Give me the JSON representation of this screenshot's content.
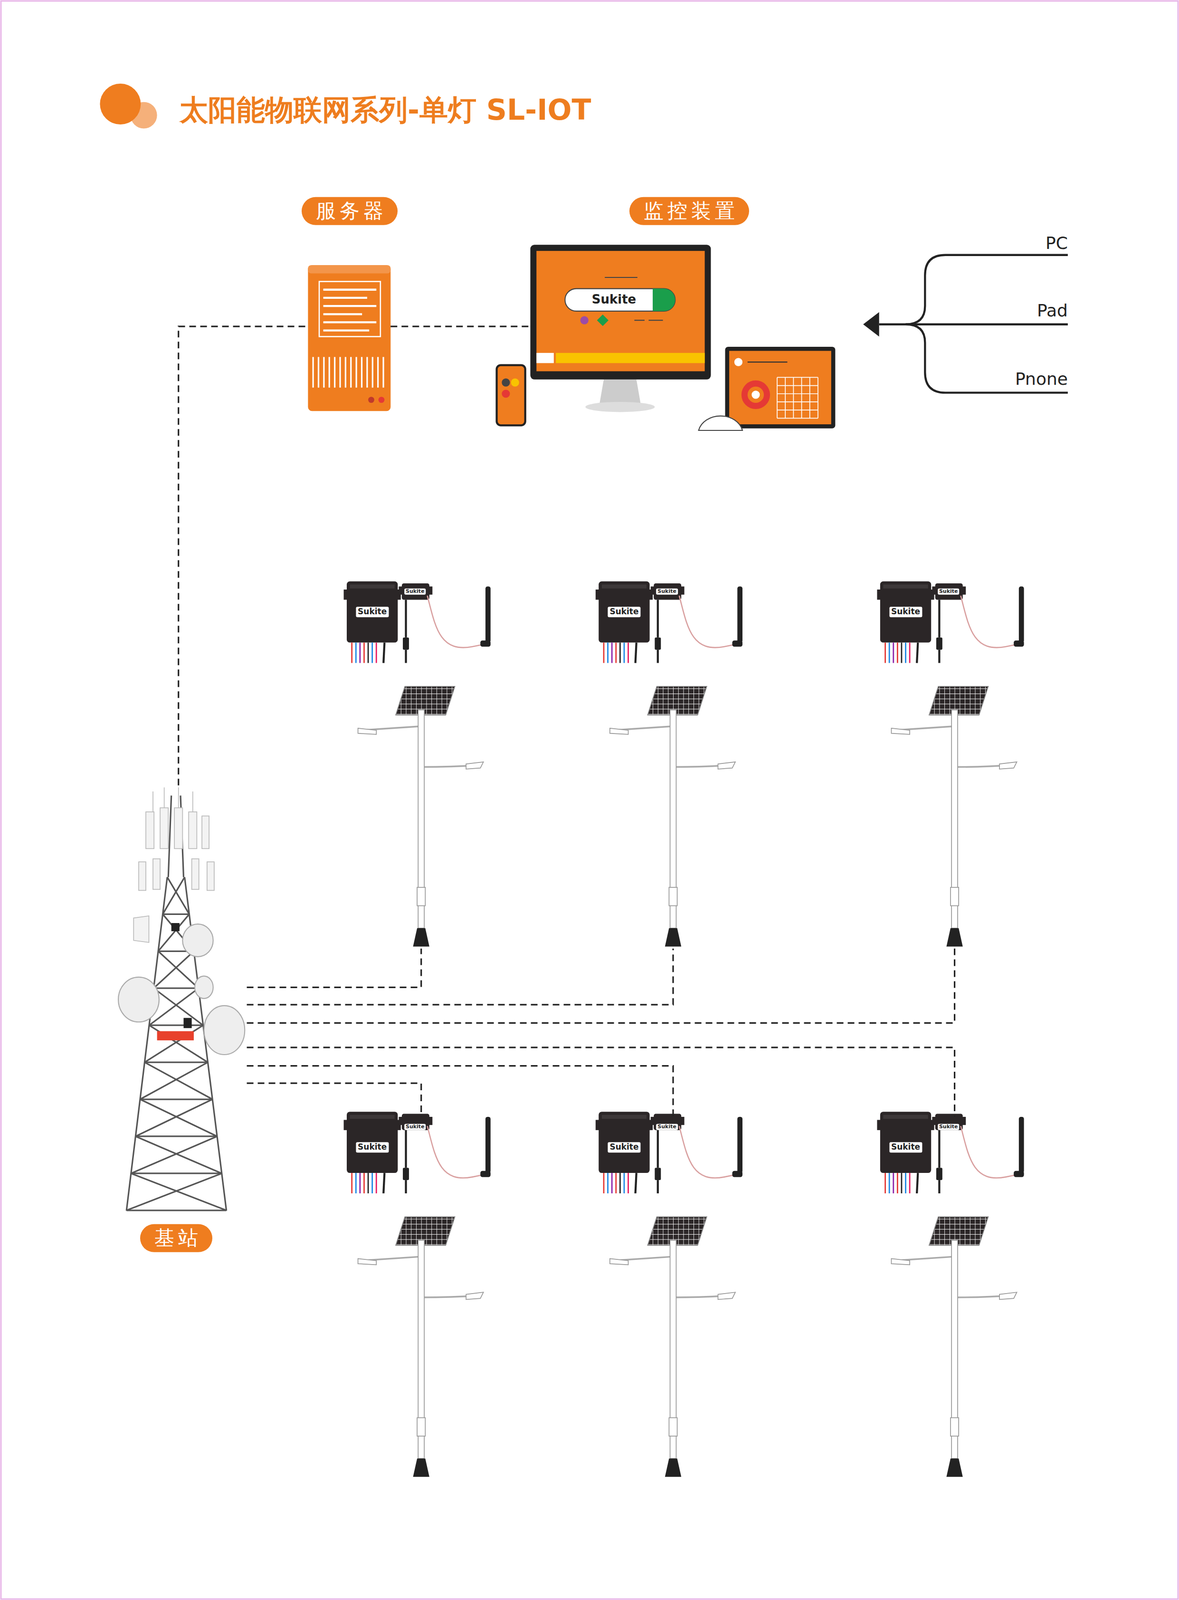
{
  "diagram": {
    "title": "太阳能物联网系列-单灯 SL-IOT",
    "nodes": [
      {
        "text": [
          "服务器"
        ]
      },
      {
        "text": [
          "监控装置",
          "Sukite"
        ]
      },
      {
        "text": [
          "基站"
        ]
      },
      {
        "text": [
          "Sukite",
          "Sukite"
        ]
      },
      {
        "text": [
          "Sukite",
          "Sukite"
        ]
      },
      {
        "text": [
          "Sukite",
          "Sukite"
        ]
      },
      {
        "text": [
          "Sukite",
          "Sukite"
        ]
      },
      {
        "text": [
          "Sukite",
          "Sukite"
        ]
      },
      {
        "text": [
          "Sukite",
          "Sukite"
        ]
      }
    ],
    "edges": [
      {
        "from": 2,
        "to": 0,
        "arrow": "none"
      },
      {
        "from": 0,
        "to": 1,
        "arrow": "none"
      },
      {
        "from": 2,
        "to": 3,
        "arrow": "none"
      },
      {
        "from": 2,
        "to": 4,
        "arrow": "none"
      },
      {
        "from": 2,
        "to": 5,
        "arrow": "none"
      },
      {
        "from": 2,
        "to": 6,
        "arrow": "none"
      },
      {
        "from": 2,
        "to": 7,
        "arrow": "none"
      },
      {
        "from": 2,
        "to": 8,
        "arrow": "none"
      }
    ],
    "labels": [
      "PC",
      "Pad",
      "Pnone"
    ]
  }
}
